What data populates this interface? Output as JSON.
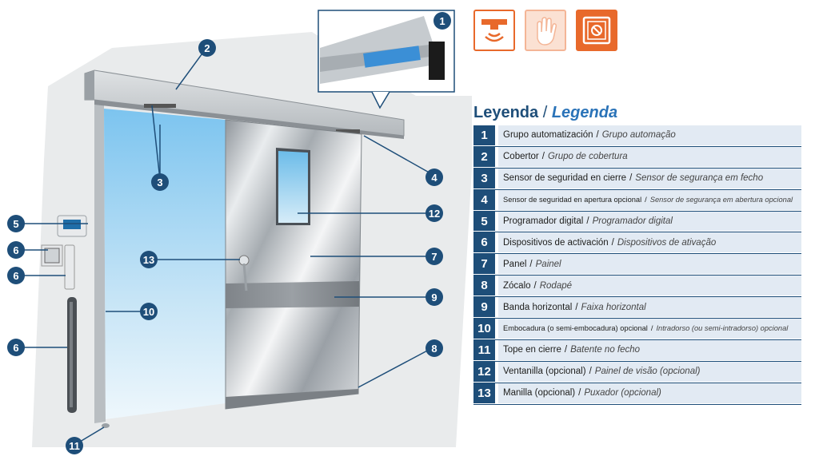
{
  "legend": {
    "title_es": "Leyenda",
    "separator": "/",
    "title_pt": "Legenda",
    "items": [
      {
        "num": "1",
        "es": "Grupo automatización",
        "pt": "Grupo automação"
      },
      {
        "num": "2",
        "es": "Cobertor",
        "pt": "Grupo de cobertura"
      },
      {
        "num": "3",
        "es": "Sensor de seguridad en cierre",
        "pt": "Sensor de segurança em fecho"
      },
      {
        "num": "4",
        "es": "Sensor de seguridad en apertura opcional",
        "pt": "Sensor de segurança em abertura opcional"
      },
      {
        "num": "5",
        "es": "Programador digital",
        "pt": "Programador digital"
      },
      {
        "num": "6",
        "es": "Dispositivos de activación",
        "pt": "Dispositivos de ativação"
      },
      {
        "num": "7",
        "es": "Panel",
        "pt": "Painel"
      },
      {
        "num": "8",
        "es": "Zócalo",
        "pt": "Rodapé"
      },
      {
        "num": "9",
        "es": "Banda horizontal",
        "pt": "Faixa horizontal"
      },
      {
        "num": "10",
        "es": "Embocadura (o semi-embocadura) opcional",
        "pt": "Intradorso (ou semi-intradorso) opcional"
      },
      {
        "num": "11",
        "es": "Tope en cierre",
        "pt": "Batente no fecho"
      },
      {
        "num": "12",
        "es": "Ventanilla (opcional)",
        "pt": "Painel de visão (opcional)"
      },
      {
        "num": "13",
        "es": "Manilla (opcional)",
        "pt": "Puxador (opcional)"
      }
    ]
  },
  "callouts": [
    "1",
    "2",
    "3",
    "4",
    "5",
    "6",
    "6",
    "6",
    "7",
    "8",
    "9",
    "10",
    "11",
    "12",
    "13"
  ],
  "icons": [
    "radar-sensor-icon",
    "hand-wave-icon",
    "safe-lock-icon"
  ],
  "colors": {
    "brand_blue": "#1e4e79",
    "row_bg": "#e2eaf3",
    "icon_orange": "#e8692b",
    "icon_orange_light": "#f4b596"
  }
}
